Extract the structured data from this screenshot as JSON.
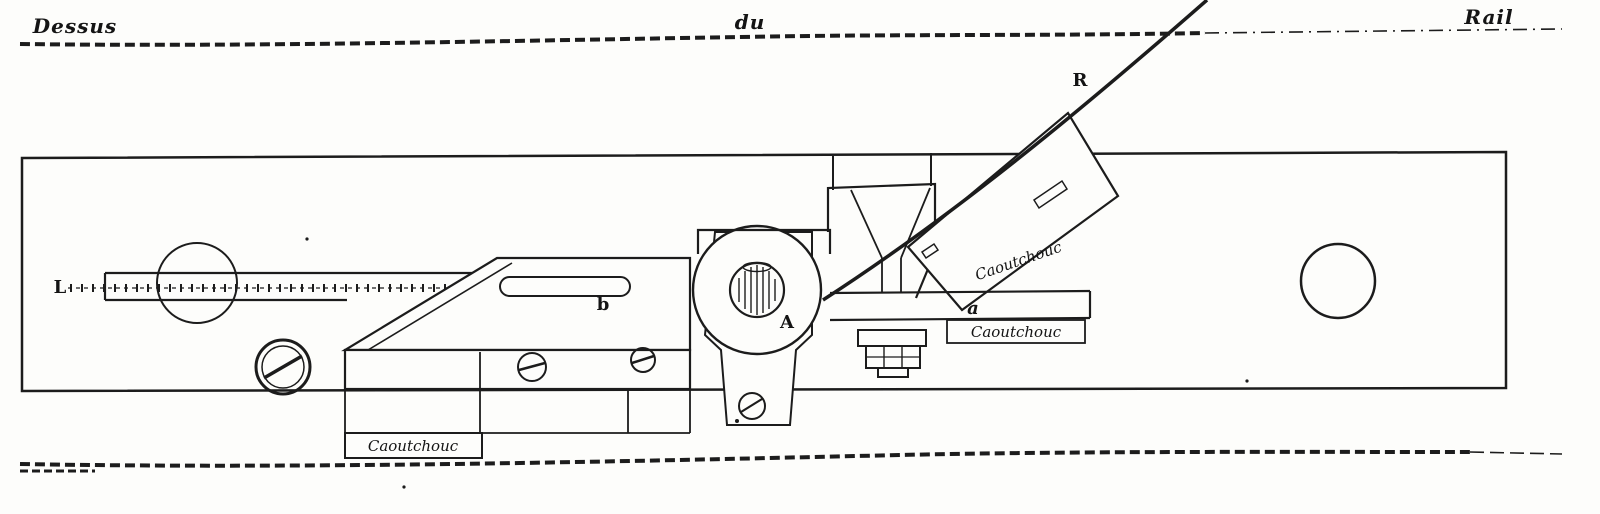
{
  "title": {
    "left": "Dessus",
    "middle": "du",
    "right": "Rail"
  },
  "labels": {
    "L": "L",
    "b": "b",
    "A": "A",
    "a": "a",
    "R": "R"
  },
  "rubber": {
    "block": "Caoutchouc",
    "bar": "Caoutchouc",
    "bottom": "Caoutchouc"
  },
  "colors": {
    "ink": "#1c1c1c",
    "paper": "#fdfdfb"
  }
}
